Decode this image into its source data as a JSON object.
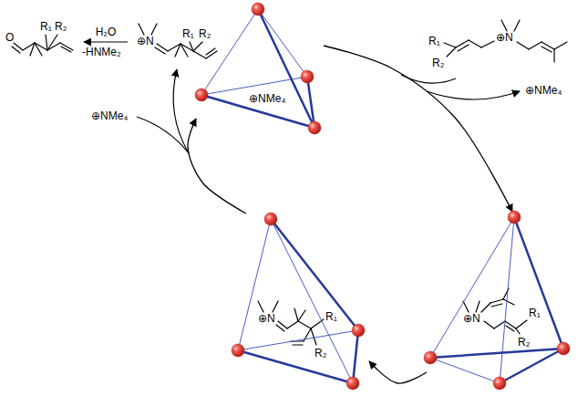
{
  "diagram": {
    "nodes": [
      {
        "text": [
          "⊕NMe₄"
        ]
      },
      {
        "text": [
          "⊕N",
          "R₁",
          "R₂"
        ]
      },
      {
        "text": [
          "⊕N",
          "R₁",
          "R₂"
        ]
      }
    ],
    "edges": [
      {
        "from": 0,
        "to": 2,
        "arrow": "to"
      },
      {
        "from": 2,
        "to": 1,
        "arrow": "to"
      },
      {
        "from": 1,
        "to": 0,
        "arrow": "to"
      }
    ],
    "labels": [
      "O",
      "R₁",
      "R₂",
      "H₂O",
      "-HNMe₂",
      "⊕N",
      "R₁",
      "R₂",
      "R₁",
      "⊕N",
      "R₂",
      "⊕NMe₄",
      "⊕NMe₄"
    ]
  }
}
